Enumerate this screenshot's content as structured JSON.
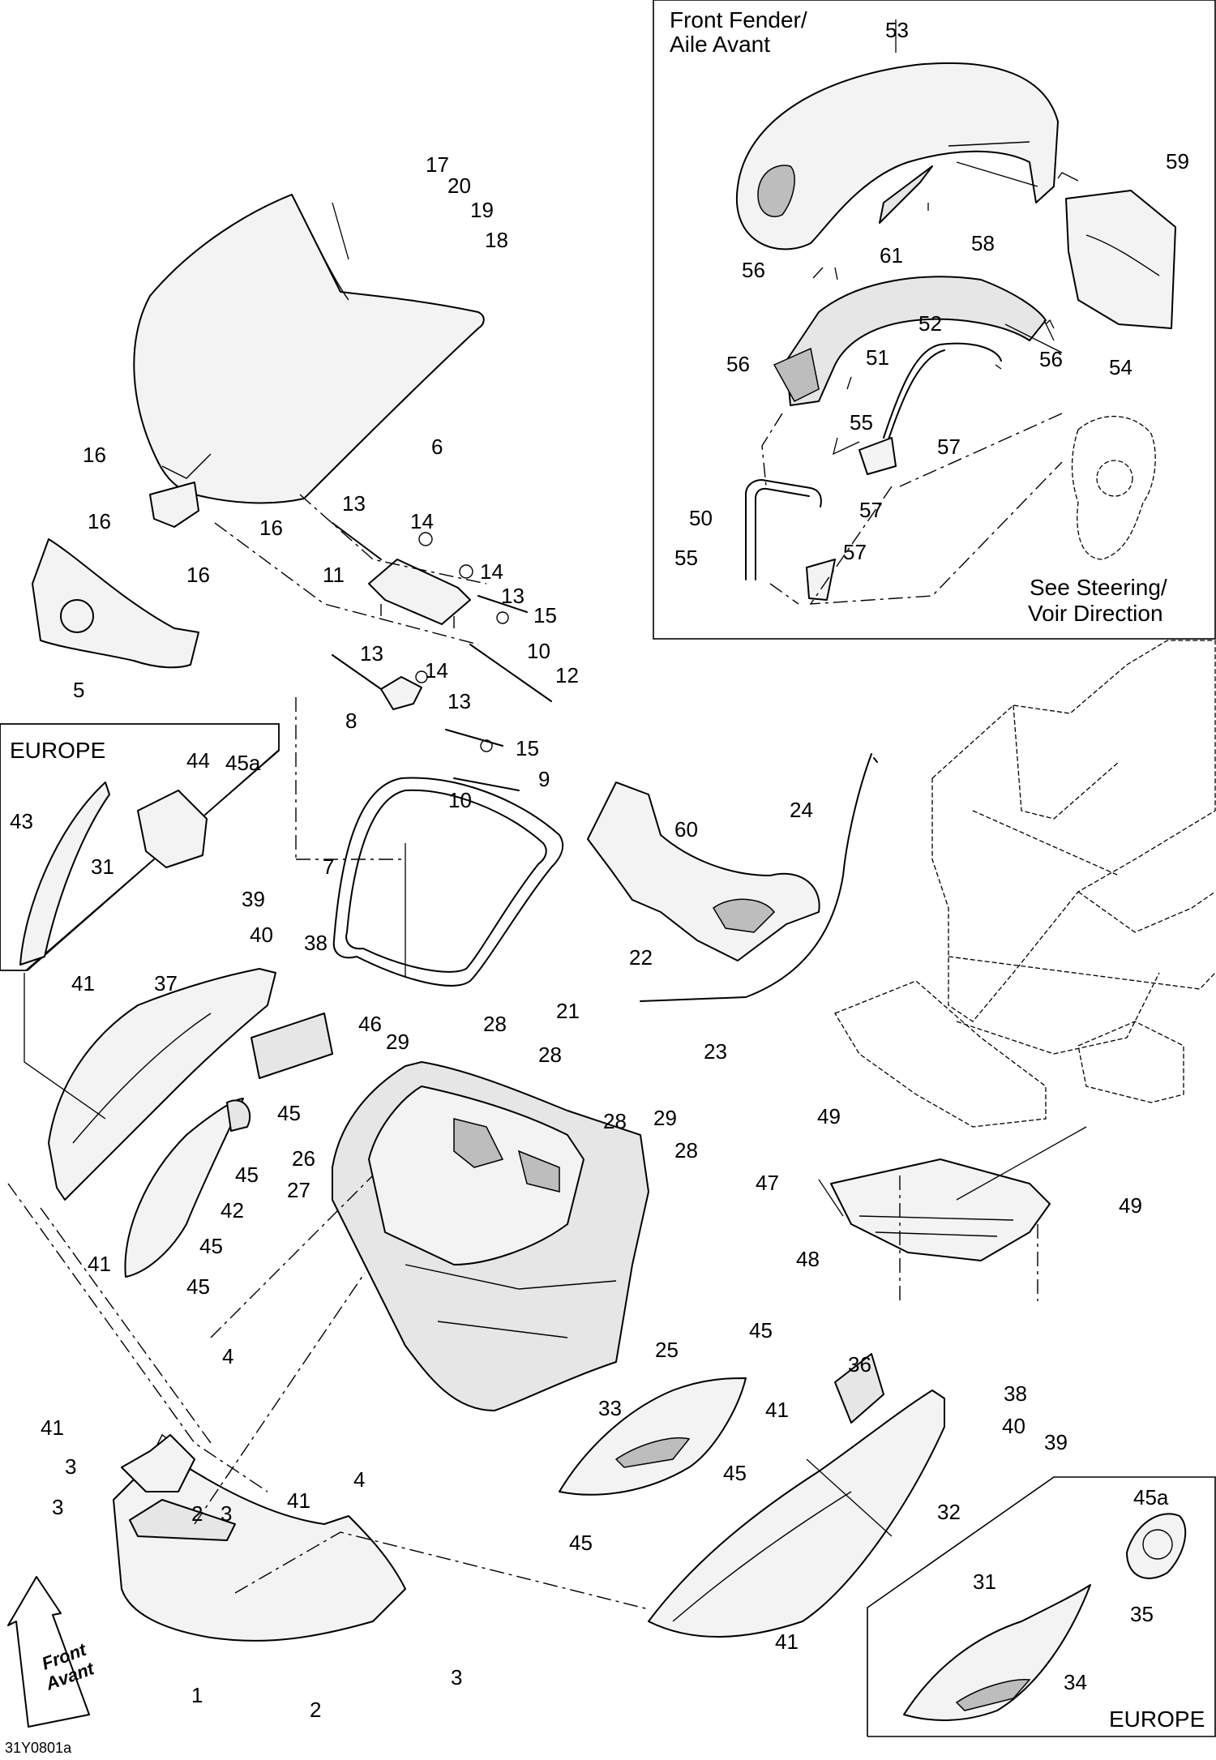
{
  "figure_id": "31Y0801a",
  "front_arrow": {
    "line1": "Front",
    "line2": "Avant"
  },
  "inset_front_fender": {
    "title_line1": "Front Fender/",
    "title_line2": "Aile Avant",
    "see_line1": "See Steering/",
    "see_line2": "Voir Direction"
  },
  "inset_europe_left": {
    "title": "EUROPE"
  },
  "inset_europe_right": {
    "title": "EUROPE"
  },
  "callouts": [
    {
      "id": "c53",
      "label": "53"
    },
    {
      "id": "c59",
      "label": "59"
    },
    {
      "id": "c61",
      "label": "61"
    },
    {
      "id": "c58",
      "label": "58"
    },
    {
      "id": "c56a",
      "label": "56"
    },
    {
      "id": "c52",
      "label": "52"
    },
    {
      "id": "c56b",
      "label": "56"
    },
    {
      "id": "c54",
      "label": "54"
    },
    {
      "id": "c56c",
      "label": "56"
    },
    {
      "id": "c51",
      "label": "51"
    },
    {
      "id": "c55a",
      "label": "55"
    },
    {
      "id": "c57a",
      "label": "57"
    },
    {
      "id": "c50",
      "label": "50"
    },
    {
      "id": "c57b",
      "label": "57"
    },
    {
      "id": "c55b",
      "label": "55"
    },
    {
      "id": "c57c",
      "label": "57"
    },
    {
      "id": "c17",
      "label": "17"
    },
    {
      "id": "c20",
      "label": "20"
    },
    {
      "id": "c19",
      "label": "19"
    },
    {
      "id": "c18",
      "label": "18"
    },
    {
      "id": "c6",
      "label": "6"
    },
    {
      "id": "c16a",
      "label": "16"
    },
    {
      "id": "c16b",
      "label": "16"
    },
    {
      "id": "c16c",
      "label": "16"
    },
    {
      "id": "c16d",
      "label": "16"
    },
    {
      "id": "c5",
      "label": "5"
    },
    {
      "id": "c13a",
      "label": "13"
    },
    {
      "id": "c14a",
      "label": "14"
    },
    {
      "id": "c11",
      "label": "11"
    },
    {
      "id": "c14b",
      "label": "14"
    },
    {
      "id": "c13b",
      "label": "13"
    },
    {
      "id": "c15a",
      "label": "15"
    },
    {
      "id": "c10a",
      "label": "10"
    },
    {
      "id": "c12",
      "label": "12"
    },
    {
      "id": "c13c",
      "label": "13"
    },
    {
      "id": "c14c",
      "label": "14"
    },
    {
      "id": "c8",
      "label": "8"
    },
    {
      "id": "c13d",
      "label": "13"
    },
    {
      "id": "c15b",
      "label": "15"
    },
    {
      "id": "c9",
      "label": "9"
    },
    {
      "id": "c10b",
      "label": "10"
    },
    {
      "id": "c44",
      "label": "44"
    },
    {
      "id": "c45a1",
      "label": "45a"
    },
    {
      "id": "c43",
      "label": "43"
    },
    {
      "id": "c31a",
      "label": "31"
    },
    {
      "id": "c7",
      "label": "7"
    },
    {
      "id": "c24",
      "label": "24"
    },
    {
      "id": "c60",
      "label": "60"
    },
    {
      "id": "c39a",
      "label": "39"
    },
    {
      "id": "c40a",
      "label": "40"
    },
    {
      "id": "c38a",
      "label": "38"
    },
    {
      "id": "c37",
      "label": "37"
    },
    {
      "id": "c41a",
      "label": "41"
    },
    {
      "id": "c46",
      "label": "46"
    },
    {
      "id": "c28a",
      "label": "28"
    },
    {
      "id": "c29a",
      "label": "29"
    },
    {
      "id": "c22",
      "label": "22"
    },
    {
      "id": "c21",
      "label": "21"
    },
    {
      "id": "c23",
      "label": "23"
    },
    {
      "id": "c28b",
      "label": "28"
    },
    {
      "id": "c45b",
      "label": "45"
    },
    {
      "id": "c26",
      "label": "26"
    },
    {
      "id": "c28c",
      "label": "28"
    },
    {
      "id": "c29b",
      "label": "29"
    },
    {
      "id": "c28d",
      "label": "28"
    },
    {
      "id": "c49a",
      "label": "49"
    },
    {
      "id": "c45c",
      "label": "45"
    },
    {
      "id": "c27",
      "label": "27"
    },
    {
      "id": "c42",
      "label": "42"
    },
    {
      "id": "c47",
      "label": "47"
    },
    {
      "id": "c49b",
      "label": "49"
    },
    {
      "id": "c41b",
      "label": "41"
    },
    {
      "id": "c45d",
      "label": "45"
    },
    {
      "id": "c48",
      "label": "48"
    },
    {
      "id": "c45e",
      "label": "45"
    },
    {
      "id": "c4a",
      "label": "4"
    },
    {
      "id": "c25",
      "label": "25"
    },
    {
      "id": "c45f",
      "label": "45"
    },
    {
      "id": "c36",
      "label": "36"
    },
    {
      "id": "c38b",
      "label": "38"
    },
    {
      "id": "c41c",
      "label": "41"
    },
    {
      "id": "c33",
      "label": "33"
    },
    {
      "id": "c40b",
      "label": "40"
    },
    {
      "id": "c39b",
      "label": "39"
    },
    {
      "id": "c41d",
      "label": "41"
    },
    {
      "id": "c4b",
      "label": "4"
    },
    {
      "id": "c3a",
      "label": "3"
    },
    {
      "id": "c45g",
      "label": "45"
    },
    {
      "id": "c3b",
      "label": "3"
    },
    {
      "id": "c2a",
      "label": "2"
    },
    {
      "id": "c3c",
      "label": "3"
    },
    {
      "id": "c41e",
      "label": "41"
    },
    {
      "id": "c45h",
      "label": "45"
    },
    {
      "id": "c32",
      "label": "32"
    },
    {
      "id": "c45a2",
      "label": "45a"
    },
    {
      "id": "c31b",
      "label": "31"
    },
    {
      "id": "c35",
      "label": "35"
    },
    {
      "id": "c41f",
      "label": "41"
    },
    {
      "id": "c34",
      "label": "34"
    },
    {
      "id": "c1",
      "label": "1"
    },
    {
      "id": "c3d",
      "label": "3"
    },
    {
      "id": "c2b",
      "label": "2"
    }
  ]
}
